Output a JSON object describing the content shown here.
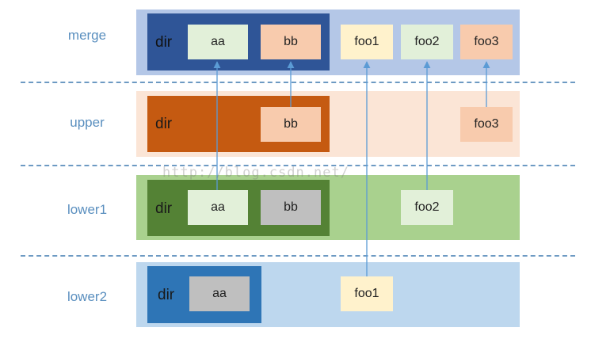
{
  "layers": {
    "merge": "merge",
    "upper": "upper",
    "lower1": "lower1",
    "lower2": "lower2"
  },
  "merge": {
    "dir": "dir",
    "aa": "aa",
    "bb": "bb",
    "foo1": "foo1",
    "foo2": "foo2",
    "foo3": "foo3"
  },
  "upper": {
    "dir": "dir",
    "bb": "bb",
    "foo3": "foo3"
  },
  "lower1": {
    "dir": "dir",
    "aa": "aa",
    "bb": "bb",
    "foo2": "foo2"
  },
  "lower2": {
    "dir": "dir",
    "aa": "aa",
    "foo1": "foo1"
  },
  "watermark": "http://blog.csdn.net/",
  "colors": {
    "merge_band": "#b4c7e7",
    "merge_dir": "#2f5597",
    "upper_band": "#fbe5d6",
    "upper_dir": "#c55a11",
    "lower1_band": "#a9d18e",
    "lower1_dir": "#548235",
    "lower2_band": "#bdd7ee",
    "lower2_dir": "#2e75b6",
    "file_green": "#e2f0d9",
    "file_orange": "#f8cbad",
    "file_yellow": "#fff2cc",
    "file_gray": "#bfbfbf",
    "arrow": "#5b9bd5"
  }
}
